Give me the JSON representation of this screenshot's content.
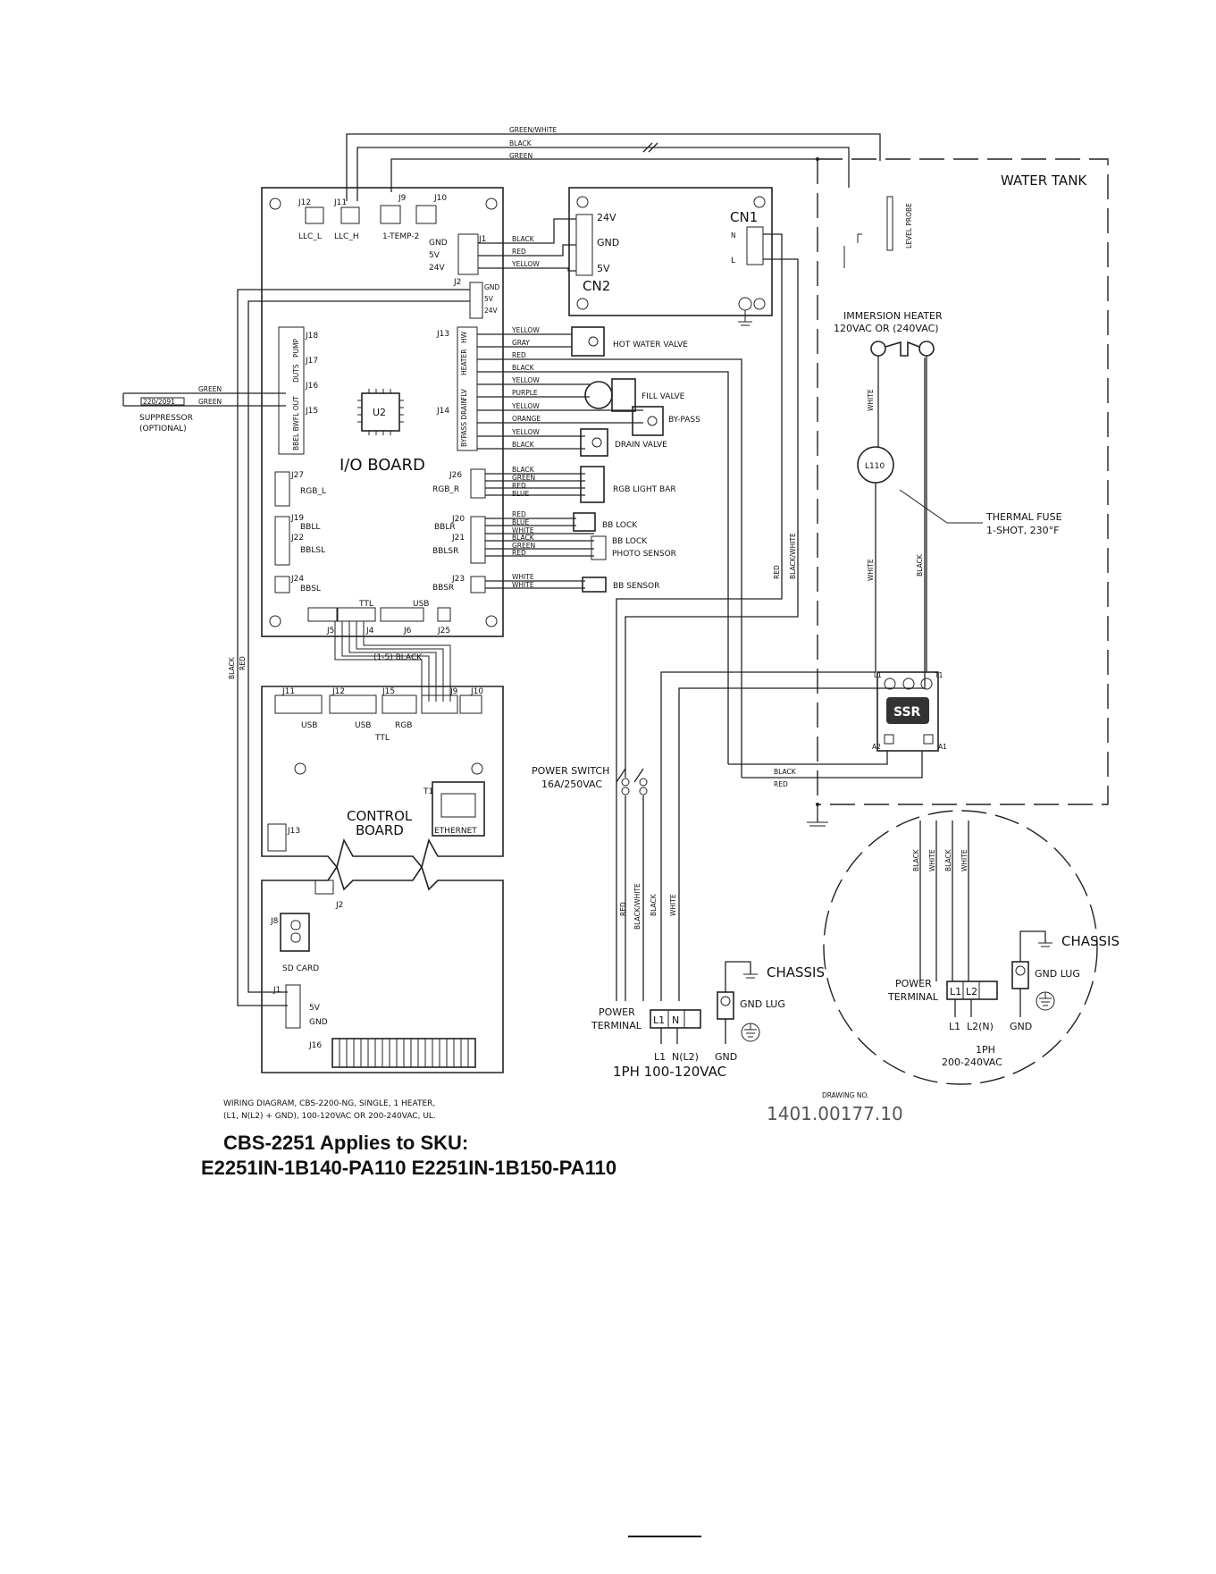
{
  "top_wires": [
    "GREEN/WHITE",
    "BLACK",
    "GREEN"
  ],
  "water_tank": {
    "label": "WATER TANK",
    "level_probe": "LEVEL PROBE"
  },
  "io_board": {
    "title": "I/O BOARD",
    "chip": "U2",
    "top_connectors": [
      "J12",
      "J11",
      "J9",
      "J10"
    ],
    "top_connector_labels": [
      "LLC_L",
      "LLC_H",
      "1-TEMP-2"
    ],
    "j1": {
      "name": "J1",
      "pins": [
        "GND",
        "5V",
        "24V"
      ],
      "wires": [
        "BLACK",
        "RED",
        "YELLOW"
      ]
    },
    "j2": {
      "name": "J2",
      "pins": [
        "GND",
        "5V",
        "24V"
      ]
    },
    "left_connectors": [
      "J18",
      "J17",
      "J16",
      "J15"
    ],
    "left_vertical_labels": [
      "PUMP",
      "DUTS",
      "BBEL BWFL OUT"
    ],
    "j13": "J13",
    "j14": "J14",
    "right_vertical_labels": [
      "HW",
      "HEATER",
      "FLV",
      "BYPASS DRAIN"
    ],
    "lower_left": [
      "J27",
      "RGB_L",
      "J19",
      "BBLL",
      "J22",
      "BBLSL",
      "J24",
      "BBSL"
    ],
    "lower_right": [
      "J26",
      "RGB_R",
      "J20",
      "BBLR",
      "J21",
      "BBLSR",
      "J23",
      "BBSR"
    ],
    "bottom_connectors": [
      "J5",
      "J4",
      "TTL",
      "USB",
      "J6",
      "J25"
    ]
  },
  "suppressor": {
    "resistor": "220/2091",
    "label1": "SUPPRESSOR",
    "label2": "(OPTIONAL)",
    "wires": [
      "GREEN",
      "GREEN"
    ]
  },
  "psu": {
    "pins": [
      "24V",
      "GND",
      "5V"
    ],
    "cn2": "CN2",
    "cn1": "CN1",
    "cn1_pins": [
      "N",
      "L"
    ]
  },
  "components": {
    "hot_water": {
      "label": "HOT WATER VALVE",
      "wires": [
        "YELLOW",
        "GRAY"
      ]
    },
    "heater_wires": [
      "RED",
      "BLACK"
    ],
    "fill": {
      "label": "FILL VALVE",
      "wires": [
        "YELLOW",
        "PURPLE"
      ]
    },
    "bypass": {
      "label": "BY-PASS",
      "wires": [
        "YELLOW",
        "ORANGE"
      ]
    },
    "drain": {
      "label": "DRAIN VALVE",
      "wires": [
        "YELLOW",
        "BLACK"
      ]
    },
    "rgb": {
      "label": "RGB LIGHT BAR",
      "wires": [
        "BLACK",
        "GREEN",
        "RED",
        "BLUE"
      ]
    },
    "bb_lock1": {
      "label": "BB LOCK",
      "wires": [
        "RED",
        "BLUE"
      ]
    },
    "bb_lock2": {
      "label": "BB LOCK",
      "wires": [
        "WHITE",
        "BLACK"
      ]
    },
    "photo": {
      "label": "PHOTO SENSOR",
      "wires": [
        "GREEN",
        "RED"
      ]
    },
    "bb_sensor": {
      "label": "BB SENSOR",
      "wires": [
        "WHITE",
        "WHITE"
      ]
    }
  },
  "side_wires": [
    "BLACK",
    "RED",
    "RED",
    "BLACK/WHITE",
    "WHITE",
    "BLACK",
    "WHITE",
    "BLACK",
    "RED"
  ],
  "ribbon": "(1-5) BLACK",
  "control_board": {
    "title1": "CONTROL",
    "title2": "BOARD",
    "connectors": [
      "J11",
      "J12",
      "J15",
      "J9",
      "J10"
    ],
    "connector_labels": [
      "USB",
      "USB",
      "RGB",
      "TTL"
    ],
    "t1": "T1",
    "ethernet": "ETHERNET",
    "j13": "J13"
  },
  "lower_board": {
    "j2": "J2",
    "j8": "J8",
    "sd": "SD CARD",
    "j1": "J1",
    "j1_pins": [
      "5V",
      "GND"
    ],
    "j16": "J16"
  },
  "heater": {
    "line1": "IMMERSION HEATER",
    "line2": "120VAC OR (240VAC)",
    "fuse_id": "L110",
    "fuse1": "THERMAL FUSE",
    "fuse2": "1-SHOT, 230°F"
  },
  "ssr": {
    "label": "SSR",
    "terminals": [
      "L1",
      "T1",
      "A2",
      "A1"
    ]
  },
  "power_switch": {
    "line1": "POWER SWITCH",
    "line2": "16A/250VAC"
  },
  "terminal_wires": [
    "RED",
    "BLACK/WHITE",
    "BLACK",
    "WHITE"
  ],
  "power_terminal": {
    "line1": "POWER",
    "line2": "TERMINAL",
    "slots": [
      "L1",
      "N"
    ],
    "below": [
      "L1",
      "N(L2)",
      "GND"
    ],
    "spec": "1PH 100-120VAC"
  },
  "gnd_lug": "GND LUG",
  "chassis": "CHASSIS",
  "inset": {
    "wires": [
      "BLACK",
      "WHITE",
      "BLACK",
      "WHITE"
    ],
    "terminal1": "POWER",
    "terminal2": "TERMINAL",
    "slots": [
      "L1",
      "L2"
    ],
    "below": [
      "L1",
      "L2(N)",
      "GND"
    ],
    "gnd_lug": "GND LUG",
    "chassis": "CHASSIS",
    "spec1": "1PH",
    "spec2": "200-240VAC"
  },
  "footer": {
    "note1": "WIRING DIAGRAM, CBS-2200-NG, SINGLE, 1 HEATER,",
    "note2": "(L1, N(L2) + GND), 100-120VAC OR 200-240VAC, UL.",
    "drawing_label": "DRAWING NO.",
    "drawing_no": "1401.00177.10",
    "applies": "CBS-2251  Applies to SKU:",
    "sku": "E2251IN-1B140-PA110   E2251IN-1B150-PA110"
  }
}
